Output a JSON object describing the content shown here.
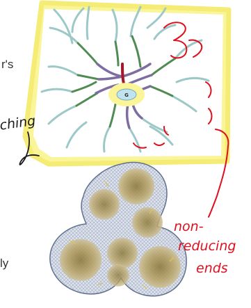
{
  "text_fragments": {
    "left_upper": "r's",
    "left_lower": "ly"
  },
  "diagram": {
    "center_label": "G",
    "annotation_red": "non- reducing ends",
    "annotation_lines": [
      "non-",
      "reducing",
      "ends"
    ],
    "annotation_black": "ching"
  },
  "colors": {
    "highlight": "#fbf59a",
    "branch_teal": "#9cc9c7",
    "branch_green": "#4f8b52",
    "branch_purple": "#7e6da0",
    "branch_red": "#a3182c",
    "core_blue": "#bfe4ef",
    "ink_red": "#e00f1e",
    "ink_black": "#1b1b1b",
    "granule_mesh": "#6b7d9b",
    "granule_fill": "#b2a068"
  }
}
